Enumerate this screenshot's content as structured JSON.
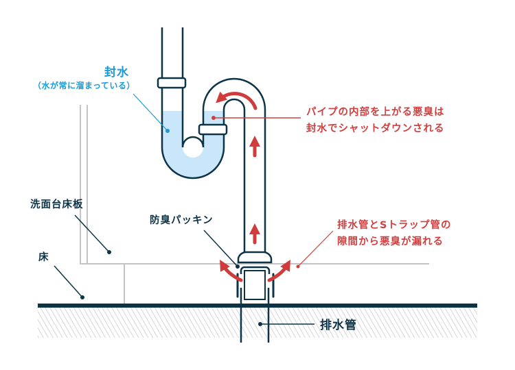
{
  "colors": {
    "pipe_stroke": "#0d3347",
    "water_fill": "#c9e6fa",
    "label_blue": "#1a9ad6",
    "label_red": "#d04040",
    "arrow_red": "#d03b3b",
    "structure_gray": "#c4c4c4",
    "floor_dark": "#0d3347"
  },
  "labels": {
    "seal_water_title": "封水",
    "seal_water_sub": "（水が常に溜まっている）",
    "odor_blocked_line1": "パイプの内部を上がる悪臭は",
    "odor_blocked_line2": "封水でシャットダウンされる",
    "counter_board": "洗面台床板",
    "floor": "床",
    "gasket": "防臭パッキン",
    "leak_line1": "排水管とSトラップ管の",
    "leak_line2": "隙間から悪臭が漏れる",
    "drain_pipe": "排水管"
  }
}
